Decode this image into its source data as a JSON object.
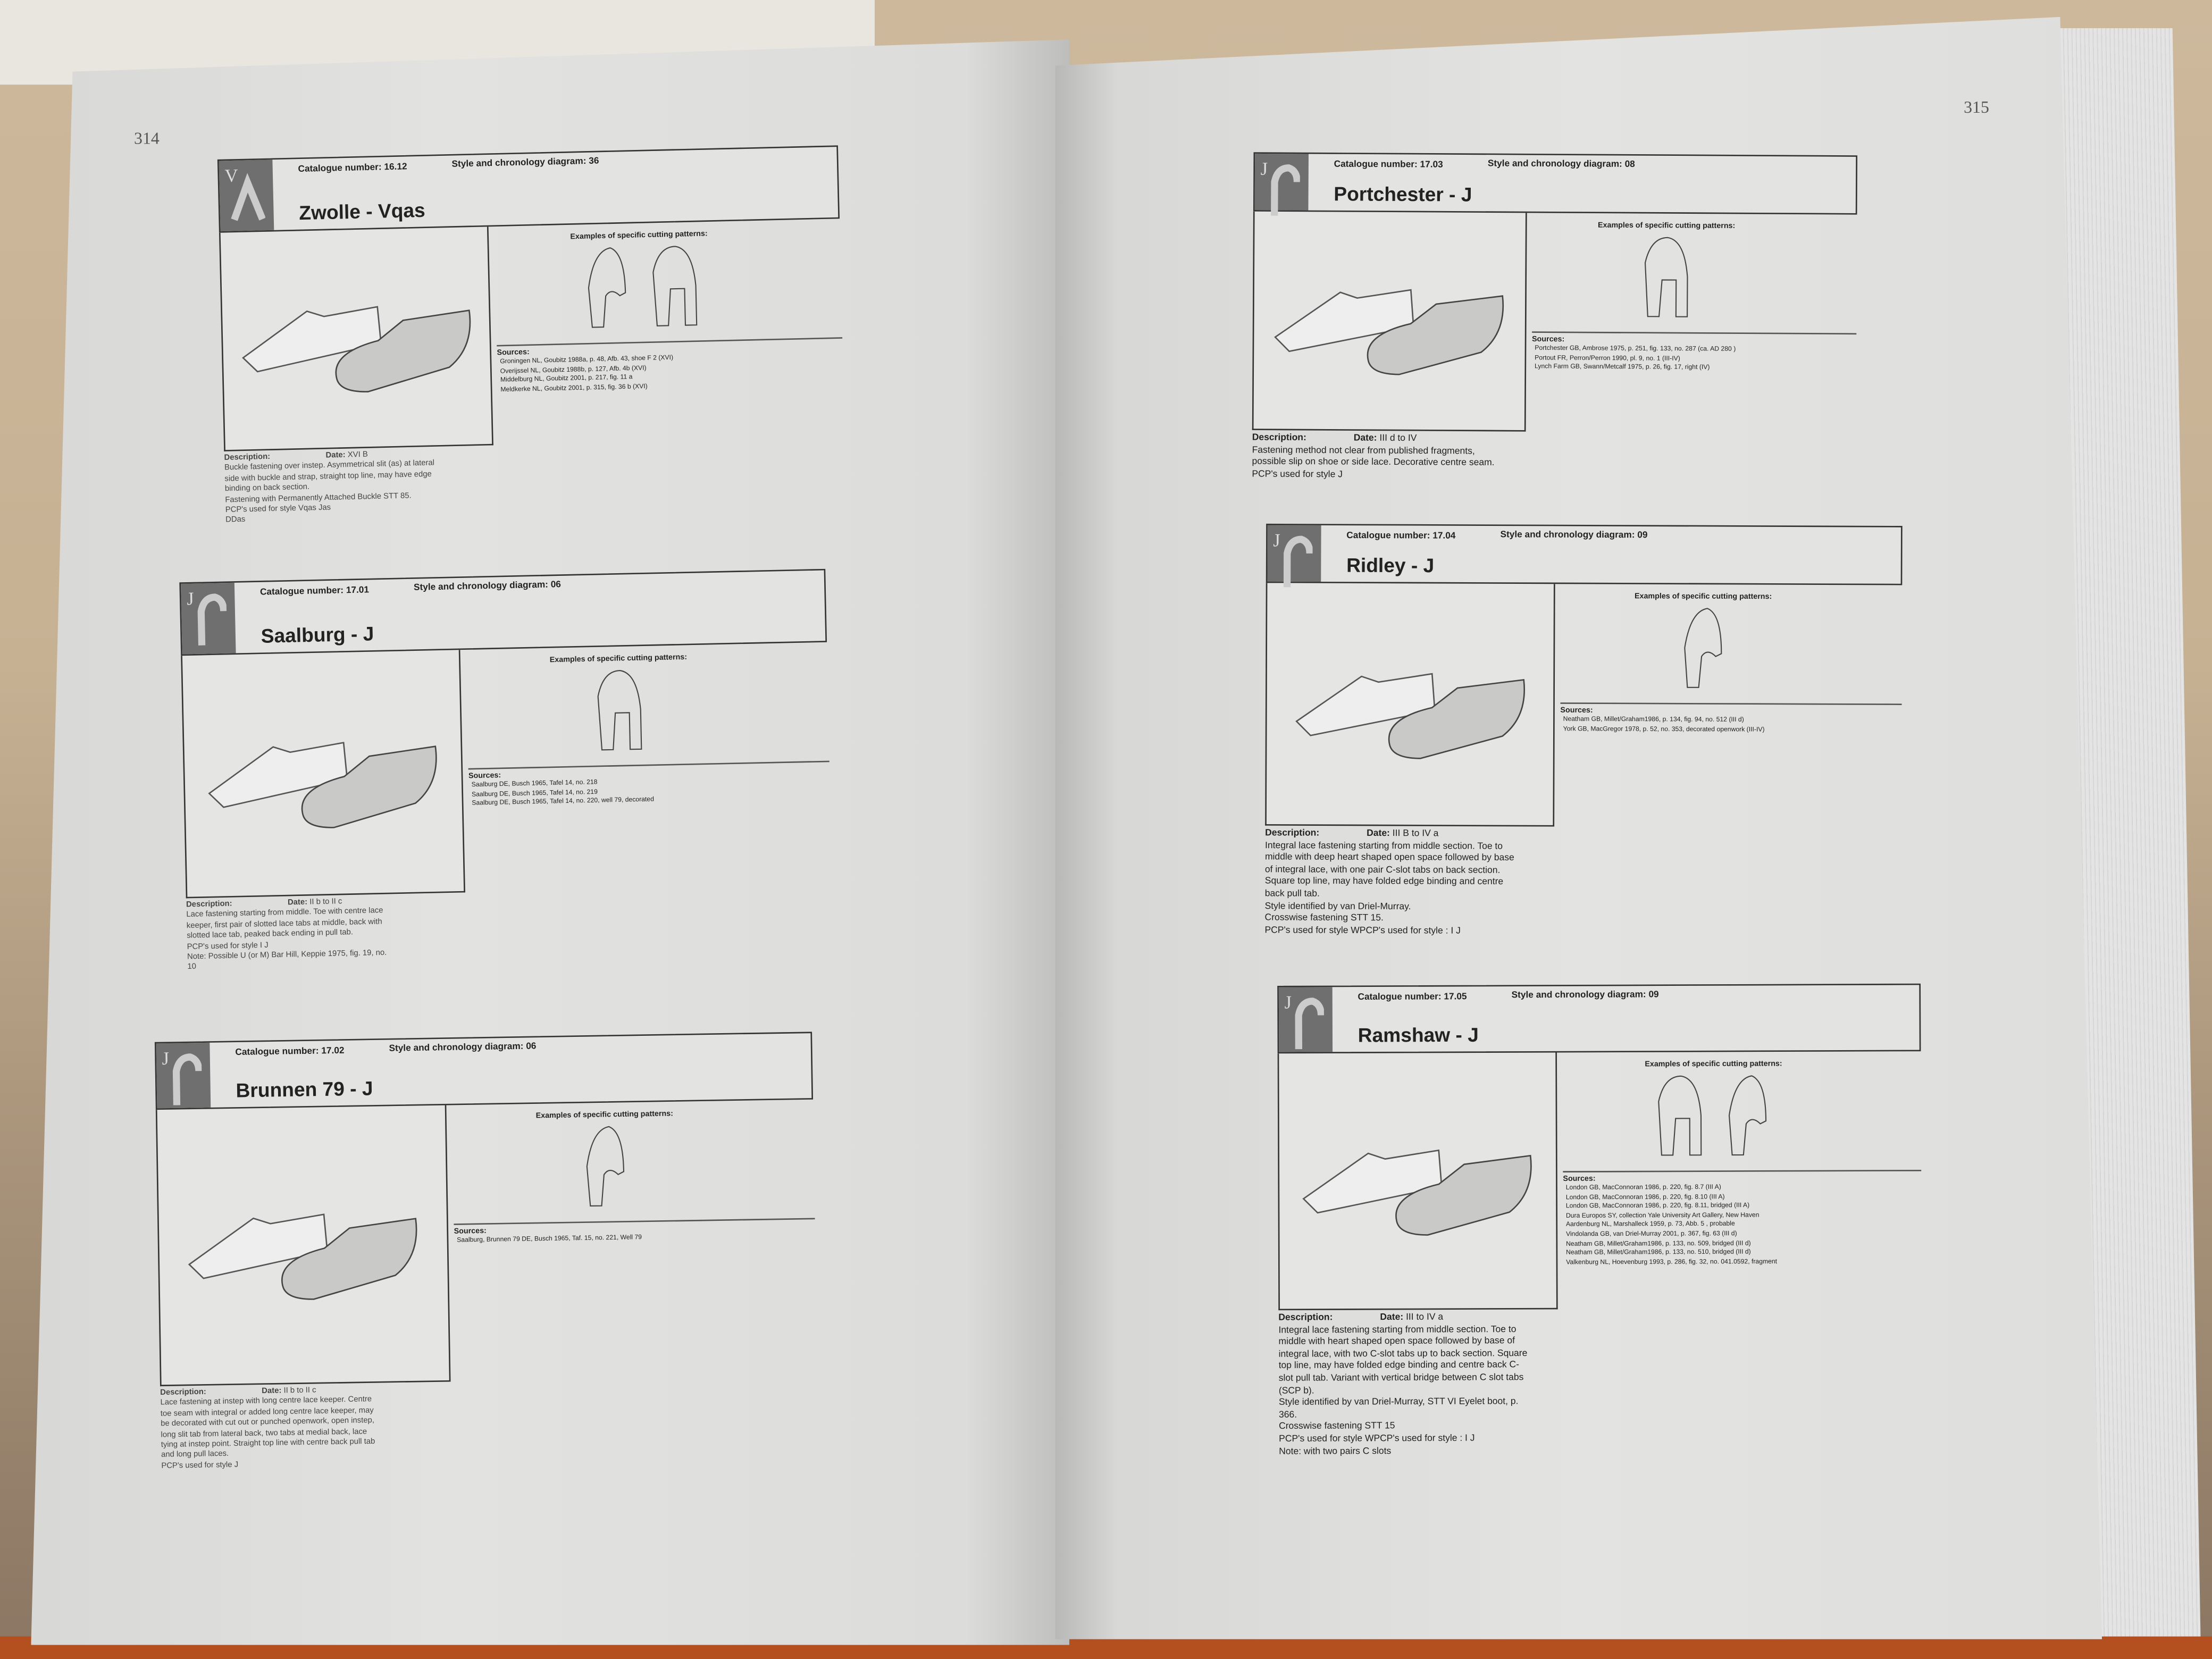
{
  "pages": {
    "left_number": "314",
    "right_number": "315"
  },
  "labels": {
    "patterns": "Examples of specific cutting patterns:",
    "sources": "Sources:",
    "description": "Description:",
    "date": "Date:"
  },
  "colors": {
    "page": "#dededc",
    "icon_bg": "#6f6f6f",
    "spine_cover": "#b4501f"
  },
  "cards": [
    {
      "icon_letter": "V",
      "icon": "v-shape-icon",
      "catalogue": "Catalogue number: 16.12",
      "diagram": "Style and chronology diagram: 36",
      "title": "Zwolle  - Vqas",
      "date": "XVI B",
      "description": [
        "Buckle fastening over instep. Asymmetrical slit (as) at lateral",
        "side with buckle and strap, straight top line, may have edge",
        "binding on back section.",
        "Fastening with Permanently Attached Buckle STT 85.",
        "PCP's used for style   Vqas Jas",
        "DDas"
      ],
      "sources": [
        "Groningen NL, Goubitz 1988a, p. 48, Afb. 43, shoe F 2 (XVI)",
        "Overijssel NL, Goubitz 1988b, p. 127, Afb. 4b (XVI)",
        "Middelburg NL, Goubitz 2001, p. 217, fig. 11 a",
        "Meldkerke NL, Goubitz 2001, p. 315, fig. 36 b (XVI)"
      ],
      "patterns": 2
    },
    {
      "icon_letter": "J",
      "icon": "j-arch-icon",
      "catalogue": "Catalogue number: 17.01",
      "diagram": "Style and chronology diagram: 06",
      "title": "Saalburg  - J",
      "date": "II b  to  II c",
      "description": [
        "Lace fastening starting from middle. Toe with centre lace",
        "keeper, first pair of slotted lace tabs at middle, back with",
        "slotted lace tab, peaked back ending in pull tab.",
        "PCP's used for style   I  J",
        "Note: Possible  U (or M)    Bar Hill, Keppie 1975, fig. 19, no.",
        "10"
      ],
      "sources": [
        "Saalburg DE, Busch 1965, Tafel 14, no. 218",
        "Saalburg DE, Busch 1965, Tafel 14, no. 219",
        "Saalburg DE, Busch 1965, Tafel 14, no. 220, well 79, decorated"
      ],
      "patterns": 1
    },
    {
      "icon_letter": "J",
      "icon": "j-arch-icon",
      "catalogue": "Catalogue number: 17.02",
      "diagram": "Style and chronology diagram: 06",
      "title": "Brunnen 79 - J",
      "date": "II b  to  II c",
      "description": [
        "Lace fastening at instep with long centre lace keeper.  Centre",
        "toe seam with integral or added long centre lace keeper, may",
        "be decorated with cut out or punched openwork, open instep,",
        "long slit tab from lateral back, two  tabs at medial back, lace",
        "tying at instep point. Straight top line with centre back pull tab",
        "and long pull laces.",
        "PCP's used for style   J"
      ],
      "sources": [
        "Saalburg, Brunnen 79 DE, Busch 1965, Taf. 15, no. 221, Well 79"
      ],
      "patterns": 1
    },
    {
      "icon_letter": "J",
      "icon": "j-arch-icon",
      "catalogue": "Catalogue number: 17.03",
      "diagram": "Style and chronology diagram: 08",
      "title": "Portchester  - J",
      "date": "III d  to  IV",
      "description": [
        "Fastening method not clear from published fragments,",
        "possible slip on shoe or side lace. Decorative centre seam.",
        "PCP's used for style   J"
      ],
      "sources": [
        "Portchester GB, Ambrose 1975, p. 251, fig. 133, no. 287 (ca. AD 280 )",
        "Portout FR, Perron/Perron 1990, pl. 9, no. 1 (III-IV)",
        "Lynch Farm GB, Swann/Metcalf 1975, p. 26, fig. 17, right (IV)"
      ],
      "patterns": 1
    },
    {
      "icon_letter": "J",
      "icon": "j-arch-icon",
      "catalogue": "Catalogue number: 17.04",
      "diagram": "Style and chronology diagram: 09",
      "title": "Ridley  - J",
      "date": "III B  to  IV a",
      "description": [
        "Integral lace fastening starting from middle section. Toe to",
        "middle with deep heart shaped open space followed by base",
        "of integral lace, with one pair C-slot tabs on back section.",
        "Square top line, may have folded edge binding and centre",
        "back pull tab.",
        "Style identified by van Driel-Murray.",
        "Crosswise fastening STT 15.",
        "PCP's used for style   WPCP's used for style : I   J"
      ],
      "sources": [
        "Neatham GB, Millet/Graham1986, p. 134, fig. 94, no. 512 (III d)",
        "York GB, MacGregor 1978, p. 52, no. 353, decorated openwork (III-IV)"
      ],
      "patterns": 1
    },
    {
      "icon_letter": "J",
      "icon": "j-arch-icon",
      "catalogue": "Catalogue number: 17.05",
      "diagram": "Style and chronology diagram: 09",
      "title": "Ramshaw   - J",
      "date": "III     to  IV a",
      "description": [
        "Integral lace fastening starting from middle section. Toe to",
        "middle with heart shaped open space followed by base of",
        "integral lace, with two C-slot tabs up to back section. Square",
        "top line, may have folded edge binding and centre back C-",
        "slot pull tab. Variant with vertical bridge between C slot tabs",
        "(SCP b).",
        "Style identified by van Driel-Murray, STT VI Eyelet boot, p.",
        "366.",
        "Crosswise fastening STT 15",
        "PCP's used for style   WPCP's used for style : I   J",
        "Note: with two pairs C slots"
      ],
      "sources": [
        "London GB, MacConnoran 1986, p. 220, fig. 8.7 (III A)",
        "London GB, MacConnoran 1986, p. 220, fig. 8.10 (III A)",
        "London GB, MacConnoran 1986, p. 220, fig. 8.11, bridged (III A)",
        "Dura Europos SY, collection Yale University Art Gallery, New Haven",
        "Aardenburg NL, Marshalleck 1959, p. 73, Abb. 5 , probable",
        "Vindolanda GB, van Driel-Murray 2001, p. 367, fig. 63 (III d)",
        "Neatham GB, Millet/Graham1986, p. 133, no. 509, bridged (III d)",
        "Neatham GB, Millet/Graham1986, p. 133, no. 510, bridged (III d)",
        "Valkenburg NL, Hoevenburg 1993, p. 286, fig. 32, no. 041.0592, fragment"
      ],
      "patterns": 2
    }
  ]
}
